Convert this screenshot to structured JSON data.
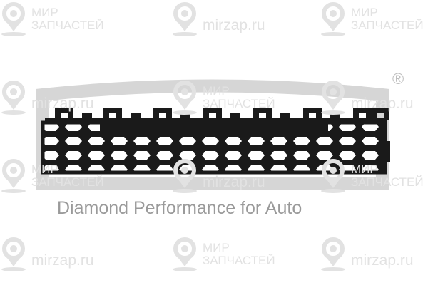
{
  "watermark": {
    "line1": "МИР",
    "line2": "ЗАПЧАСТЕЙ",
    "site": "mirzap.ru"
  },
  "brand": {
    "registered": "®",
    "tagline": "Diamond Performance for Auto"
  },
  "colors": {
    "watermark": "#e2e2e2",
    "logo": "#d4d4d4",
    "tagline": "#9a9a9a",
    "part": "#1a1a1a"
  }
}
